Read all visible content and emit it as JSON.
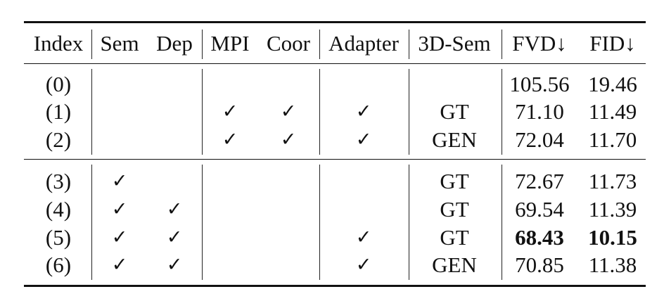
{
  "table": {
    "columns": [
      "Index",
      "Sem",
      "Dep",
      "MPI",
      "Coor",
      "Adapter",
      "3D-Sem",
      "FVD↓",
      "FID↓"
    ],
    "check_mark": "✓",
    "rows": [
      {
        "index": "(0)",
        "sem": "",
        "dep": "",
        "mpi": "",
        "coor": "",
        "adapter": "",
        "sem3d": "",
        "fvd": "105.56",
        "fid": "19.46"
      },
      {
        "index": "(1)",
        "sem": "",
        "dep": "",
        "mpi": "✓",
        "coor": "✓",
        "adapter": "✓",
        "sem3d": "GT",
        "fvd": "71.10",
        "fid": "11.49"
      },
      {
        "index": "(2)",
        "sem": "",
        "dep": "",
        "mpi": "✓",
        "coor": "✓",
        "adapter": "✓",
        "sem3d": "GEN",
        "fvd": "72.04",
        "fid": "11.70"
      },
      {
        "index": "(3)",
        "sem": "✓",
        "dep": "",
        "mpi": "",
        "coor": "",
        "adapter": "",
        "sem3d": "GT",
        "fvd": "72.67",
        "fid": "11.73"
      },
      {
        "index": "(4)",
        "sem": "✓",
        "dep": "✓",
        "mpi": "",
        "coor": "",
        "adapter": "",
        "sem3d": "GT",
        "fvd": "69.54",
        "fid": "11.39"
      },
      {
        "index": "(5)",
        "sem": "✓",
        "dep": "✓",
        "mpi": "",
        "coor": "",
        "adapter": "✓",
        "sem3d": "GT",
        "fvd": "68.43",
        "fid": "10.15",
        "bold": [
          "fvd",
          "fid"
        ]
      },
      {
        "index": "(6)",
        "sem": "✓",
        "dep": "✓",
        "mpi": "",
        "coor": "",
        "adapter": "✓",
        "sem3d": "GEN",
        "fvd": "70.85",
        "fid": "11.38"
      }
    ]
  }
}
